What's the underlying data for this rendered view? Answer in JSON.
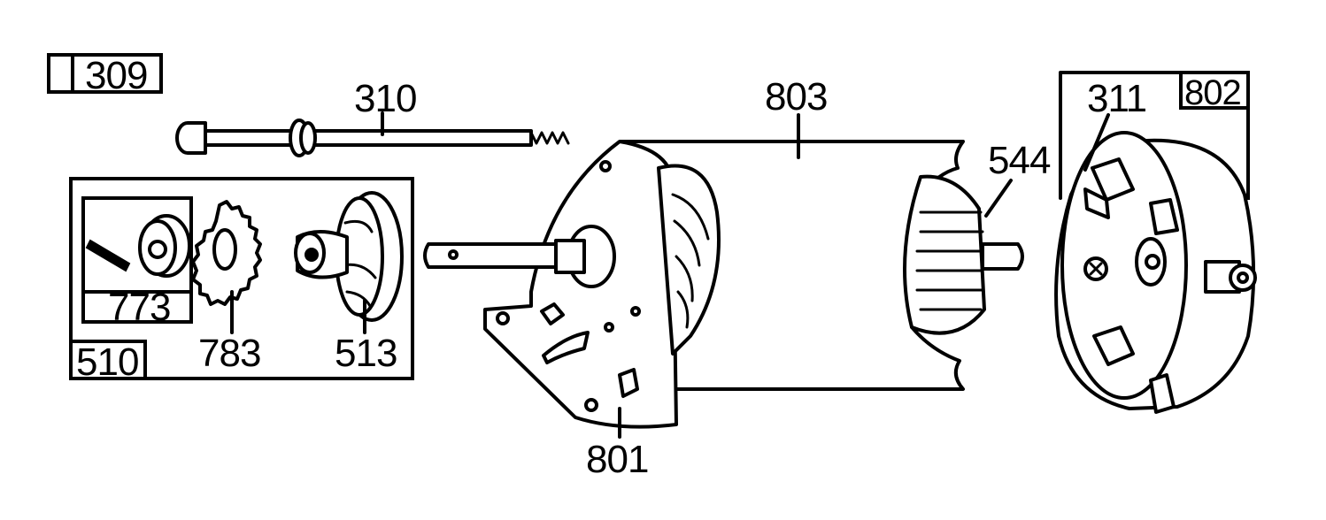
{
  "labels": {
    "p309": "309",
    "p310": "310",
    "p803": "803",
    "p544": "544",
    "p311": "311",
    "p802": "802",
    "p773": "773",
    "p510": "510",
    "p783": "783",
    "p513": "513",
    "p801": "801"
  }
}
